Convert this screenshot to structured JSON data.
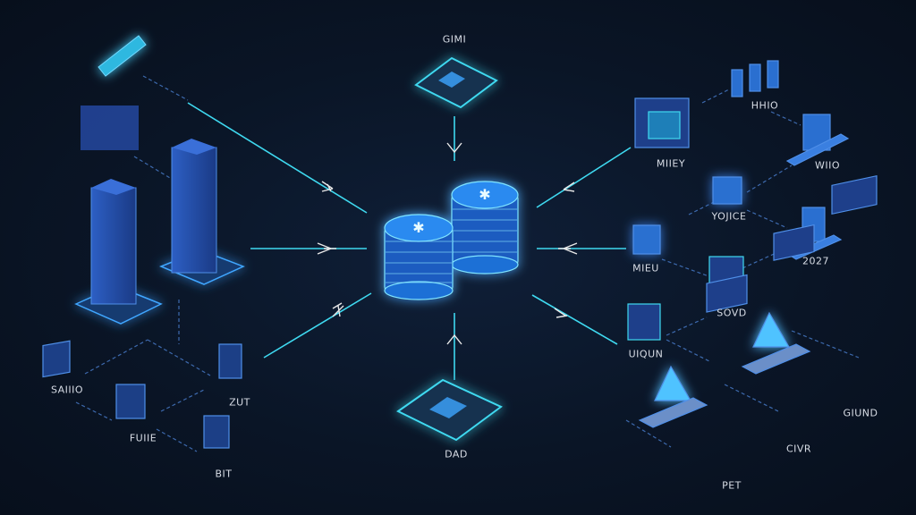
{
  "title": "Network hub diagram",
  "colors": {
    "background": "#0a1526",
    "accent": "#3fd9f0",
    "node": "#2a5bbf",
    "glow": "#4fc3ff"
  },
  "hub": {
    "icon": "database-stack-icon"
  },
  "labels": {
    "top": "GIMI",
    "bottom": "DAD",
    "right_top_a": "HHIO",
    "right_top_b": "MIIEY",
    "right_top_c": "WIIO",
    "right_mid_a": "YOJICE",
    "right_mid_b": "MIEU",
    "right_mid_c": "2027",
    "right_mid_d": "SOVD",
    "right_low_a": "UIQUN",
    "right_low_b": "GIUND",
    "right_low_c": "CIVR",
    "right_low_d": "PET",
    "left_a": "SAIIIO",
    "left_b": "FUIIE",
    "left_c": "ZUT",
    "left_d": "BIT"
  }
}
